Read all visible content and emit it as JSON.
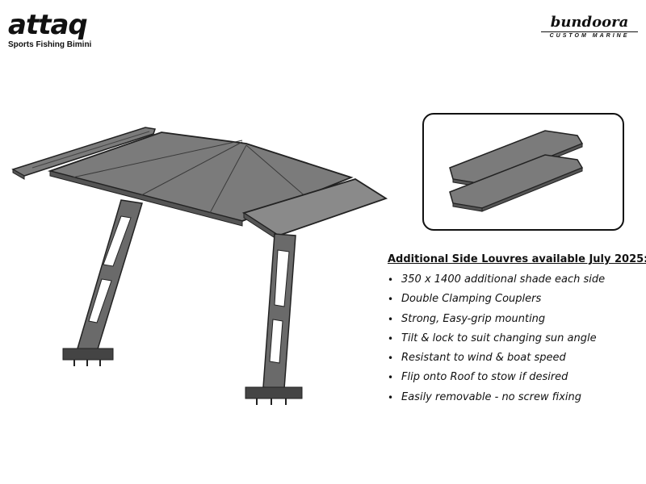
{
  "brand": {
    "left_wordmark": "attaq",
    "left_tagline": "Sports Fishing Bimini",
    "right_wordmark": "bundoora",
    "right_sub": "CUSTOM MARINE"
  },
  "features": {
    "heading": "Additional Side Louvres available July 2025:",
    "items": [
      "350 x 1400 additional shade each side",
      "Double Clamping Couplers",
      "Strong, Easy-grip mounting",
      "Tilt & lock to suit changing sun angle",
      "Resistant to wind & boat speed",
      "Flip onto Roof to stow if desired",
      "Easily removable - no screw fixing"
    ]
  },
  "colors": {
    "panel": "#7b7b7b",
    "panel_light": "#9a9a9a",
    "frame": "#555555",
    "outline": "#222222"
  }
}
